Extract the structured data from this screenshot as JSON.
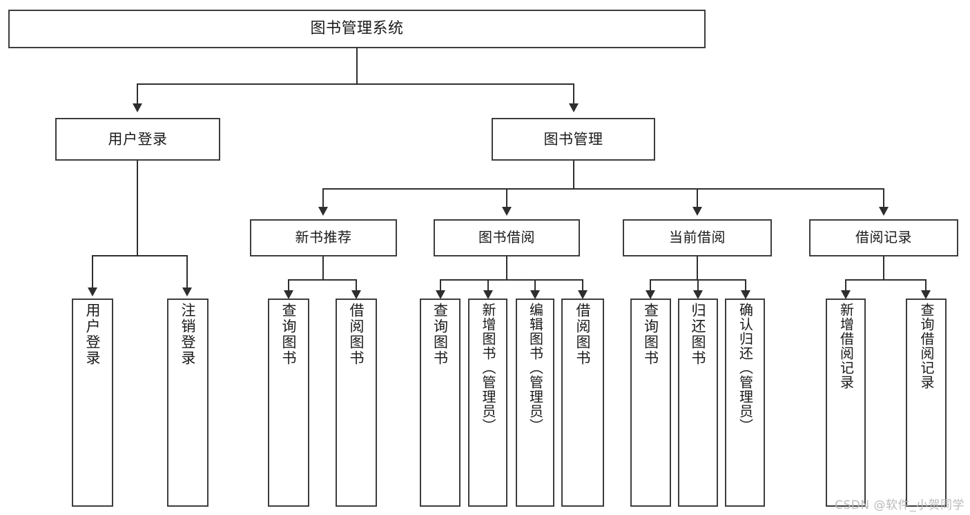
{
  "diagram": {
    "type": "tree-hierarchy",
    "orientation": "top-down",
    "root": {
      "label": "图书管理系统"
    },
    "level1": [
      {
        "label": "用户登录"
      },
      {
        "label": "图书管理"
      }
    ],
    "level2": [
      {
        "label": "新书推荐"
      },
      {
        "label": "图书借阅"
      },
      {
        "label": "当前借阅"
      },
      {
        "label": "借阅记录"
      }
    ],
    "leaves": {
      "user_login": [
        {
          "label": "用户登录"
        },
        {
          "label": "注销登录"
        }
      ],
      "new_book_recommend": [
        {
          "label": "查询图书"
        },
        {
          "label": "借阅图书"
        }
      ],
      "book_borrow": [
        {
          "label": "查询图书"
        },
        {
          "label": "新增图书（管理员）"
        },
        {
          "label": "编辑图书（管理员）"
        },
        {
          "label": "借阅图书"
        }
      ],
      "current_borrow": [
        {
          "label": "查询图书"
        },
        {
          "label": "归还图书"
        },
        {
          "label": "确认归还（管理员）"
        }
      ],
      "borrow_record": [
        {
          "label": "新增借阅记录"
        },
        {
          "label": "查询借阅记录"
        }
      ]
    }
  },
  "watermark": {
    "text": "CSDN @软件_小贺同学"
  },
  "colors": {
    "box_border": "#3c3c3c",
    "connector": "#2e2e2e",
    "background": "#ffffff",
    "text": "#1a1a1a",
    "watermark": "#b9b9b9"
  }
}
